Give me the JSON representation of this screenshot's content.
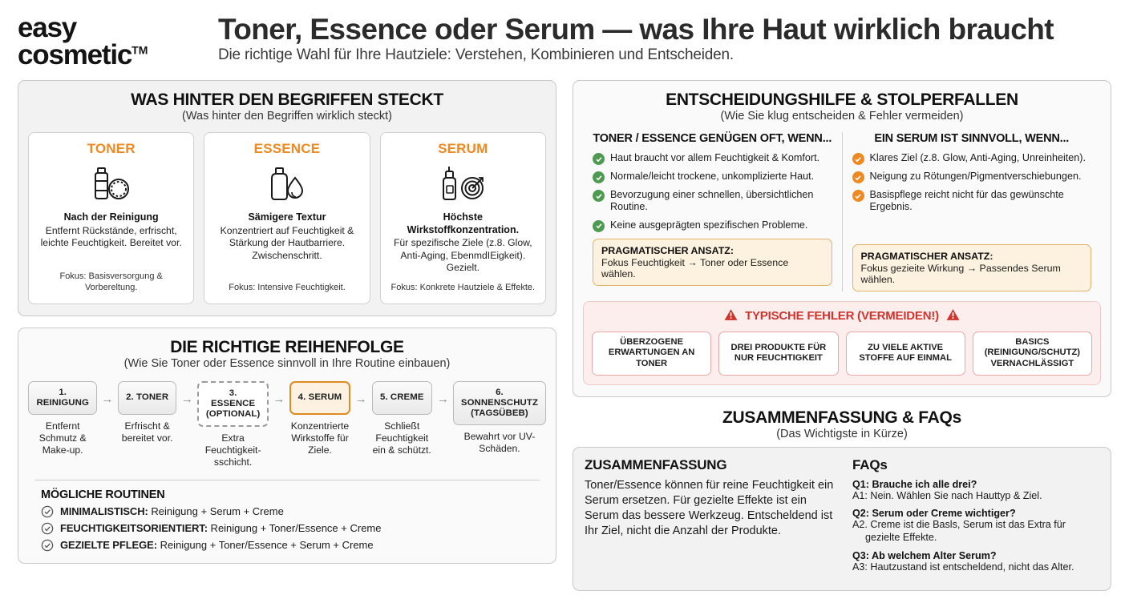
{
  "brand": {
    "line1": "easy",
    "line2": "cosmetic",
    "tm": "TM"
  },
  "header": {
    "title": "Toner, Essence oder Serum — was Ihre Haut wirklich braucht",
    "subtitle": "Die richtige Wahl für Ihre Hautziele: Verstehen, Kombinieren und Entscheiden."
  },
  "colors": {
    "accent": "#ef8a22",
    "green": "#4e9a51",
    "error": "#d0342c"
  },
  "concepts_panel": {
    "title": "WAS HINTER DEN BEGRIFFEN STECKT",
    "subtitle": "(Was hinter den Begriffen wirklich steckt)",
    "cards": [
      {
        "name": "TONER",
        "icon": "toner-bottle-pad-icon",
        "heading": "Nach der Reinigung",
        "body": "Entfernt Rückstände, erfrischt, leichte Feuchtigkeit. Bereitet vor.",
        "focus": "Fokus: Basisversorgung & Vorbereltung."
      },
      {
        "name": "ESSENCE",
        "icon": "essence-bottle-droplet-icon",
        "heading": "Sämigere Textur",
        "body": "Konzentriert auf Feuchtigkeit & Stärkung der Hautbarriere. Zwischenschritt.",
        "focus": "Fokus: Intensive Feuchtigkeit."
      },
      {
        "name": "SERUM",
        "icon": "serum-dropper-target-icon",
        "heading": "Höchste Wirkstoffkonzentration.",
        "body": "Für spezifische Ziele (z.8. Glow, Anti-Aging, EbenmdIEigkeit). Gezielt.",
        "focus": "Fokus: Konkrete Hautziele & Effekte."
      }
    ]
  },
  "order_panel": {
    "title": "DIE RICHTIGE REIHENFOLGE",
    "subtitle": "(Wie Sie Toner oder Essence sinnvoll in Ihre Routine einbauen)",
    "arrow": "→",
    "steps": [
      {
        "label": "1. REINIGUNG",
        "caption": "Entfernt Schmutz & Make-up.",
        "style": "normal"
      },
      {
        "label": "2. TONER",
        "caption": "Erfrischt & bereitet vor.",
        "style": "normal"
      },
      {
        "label": "3. ESSENCE (OPTIONAL)",
        "caption": "Extra Feuchtigkeit-sschicht.",
        "style": "dashed"
      },
      {
        "label": "4. SERUM",
        "caption": "Konzentrierte Wirkstoffe für Ziele.",
        "style": "accent"
      },
      {
        "label": "5. CREME",
        "caption": "Schließt Feuchtigkeit ein & schützt.",
        "style": "normal"
      },
      {
        "label": "6. SONNENSCHUTZ (TAGSÜBEB)",
        "caption": "Bewahrt vor UV-Schäden.",
        "style": "normal"
      }
    ],
    "routines_title": "MÖGLICHE ROUTINEN",
    "routines": [
      {
        "label": "MINIMALISTISCH:",
        "text": " Reinigung + Serum + Creme"
      },
      {
        "label": "FEUCHTIGKEITSORIENTIERT:",
        "text": " Reinigung + Toner/Essence + Creme"
      },
      {
        "label": "GEZIELTE PFLEGE:",
        "text": " Reinigung + Toner/Essence + Serum + Creme"
      }
    ]
  },
  "decision_panel": {
    "title": "ENTSCHEIDUNGSHILFE & STOLPERFALLEN",
    "subtitle": "(Wie Sie klug entscheiden & Fehler vermeiden)",
    "left": {
      "head": "TONER / ESSENCE GENÜGEN OFT, WENN...",
      "items": [
        "Haut braucht vor allem Feuchtigkeit & Komfort.",
        "Normale/leicht trockene, unkomplizierte Haut.",
        "Bevorzugung einer schnellen, übersichtlichen Routine.",
        "Keine ausgeprägten spezifischen Probleme."
      ],
      "pragma_title": "PRAGMATISCHER ANSATZ:",
      "pragma_body": "Fokus Feuchtigkeit → Toner oder Essence wählen."
    },
    "right": {
      "head": "EIN SERUM IST SINNVOLL, WENN...",
      "items": [
        "Klares Ziel (z.8. Glow, Anti-Aging, Unreinheiten).",
        "Neigung zu Rötungen/Pigmentverschiebungen.",
        "Basispflege reicht nicht für das gewünschte Ergebnis."
      ],
      "pragma_title": "PRAGMATISCHER ANSATZ:",
      "pragma_body": "Fokus gezieite Wirkung → Passendes Serum wählen."
    },
    "errors": {
      "title": "TYPISCHE FEHLER (VERMEIDEN!)",
      "boxes": [
        "ÜBERZOGENE ERWARTUNGEN AN TONER",
        "DREI PRODUKTE FÜR NUR FEUCHTIGKEIT",
        "ZU VIELE AKTIVE STOFFE AUF EINMAL",
        "BASICS (REINIGUNG/SCHUTZ) VERNACHLÄSSIGT"
      ]
    }
  },
  "summary_panel": {
    "title": "ZUSAMMENFASSUNG & FAQs",
    "subtitle": "(Das Wichtigste in Kürze)",
    "summary_head": "ZUSAMMENFASSUNG",
    "summary_body": "Toner/Essence können für reine Feuchtigkeit ein Serum ersetzen. Für gezielte Effekte ist ein Serum das bessere Werkzeug. Entscheldend ist Ihr Ziel, nicht die Anzahl der Produkte.",
    "faq_head": "FAQs",
    "faqs": [
      {
        "q": "Q1: Brauche ich alle drei?",
        "a": "A1: Nein. Wählen Sie nach Hauttyp & Ziel."
      },
      {
        "q": "Q2: Serum oder Creme wichtiger?",
        "a": "A2. Creme ist die Basls, Serum ist das Extra für gezielte Effekte."
      },
      {
        "q": "Q3: Ab welchem Alter Serum?",
        "a": "A3: Hautzustand ist entscheldend, nicht das Alter."
      }
    ]
  }
}
